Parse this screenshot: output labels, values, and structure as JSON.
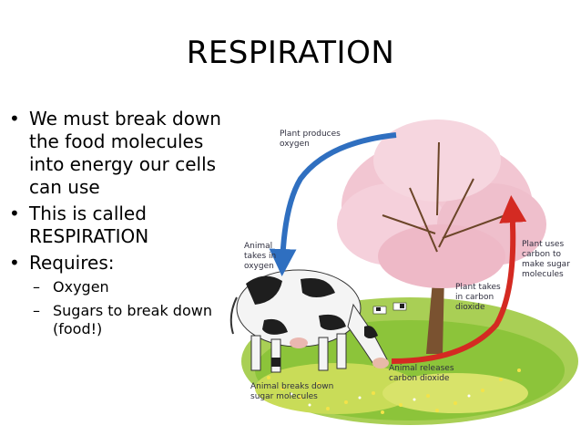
{
  "slide": {
    "title": "RESPIRATION",
    "bullets": [
      {
        "text": "We must break down the food molecules into energy our cells can use"
      },
      {
        "text": "This is called RESPIRATION"
      },
      {
        "text": "Requires:",
        "subitems": [
          "Oxygen",
          "Sugars to break down (food!)"
        ]
      }
    ],
    "bullet_glyph": "•",
    "dash_glyph": "–"
  },
  "diagram": {
    "labels": {
      "plant_produces": [
        "Plant produces",
        "oxygen"
      ],
      "animal_takes": [
        "Animal",
        "takes in",
        "oxygen"
      ],
      "plant_uses": [
        "Plant uses",
        "carbon to",
        "make sugar",
        "molecules"
      ],
      "plant_takes": [
        "Plant takes",
        "in carbon",
        "dioxide"
      ],
      "animal_releases": [
        "Animal releases",
        "carbon dioxide"
      ],
      "animal_breaks": [
        "Animal breaks down",
        "sugar molecules"
      ]
    },
    "colors": {
      "oxygen_arrow": "#2f6fc0",
      "co2_arrow": "#d42a22",
      "blossom": "#f2c6d2",
      "grass": "#8cc43a"
    }
  }
}
